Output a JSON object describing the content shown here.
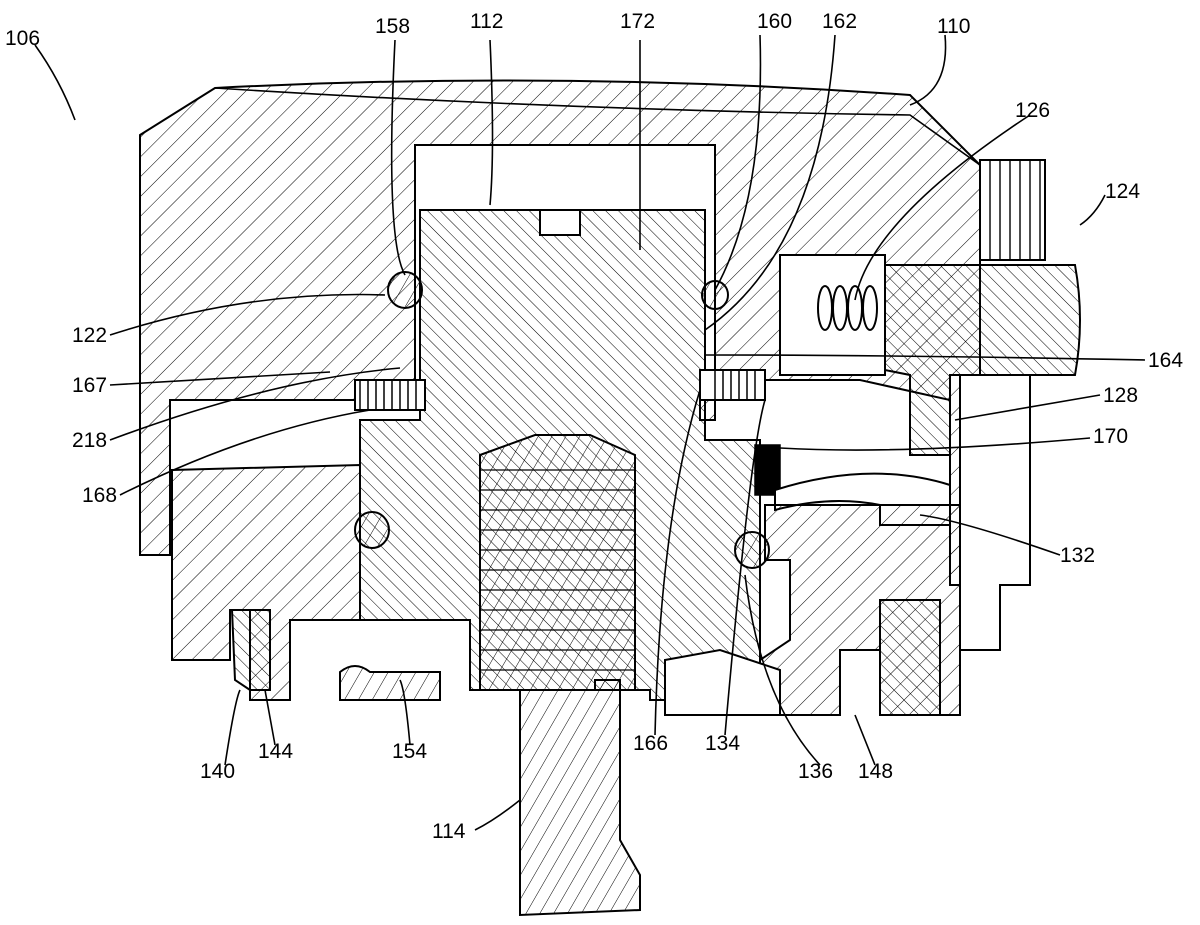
{
  "figure": {
    "labels": {
      "l106": "106",
      "l158": "158",
      "l112": "112",
      "l172": "172",
      "l160": "160",
      "l162": "162",
      "l110": "110",
      "l126": "126",
      "l124": "124",
      "l122": "122",
      "l167": "167",
      "l164": "164",
      "l128": "128",
      "l218": "218",
      "l170": "170",
      "l168": "168",
      "l132": "132",
      "l140": "140",
      "l144": "144",
      "l154": "154",
      "l166": "166",
      "l134": "134",
      "l136": "136",
      "l148": "148",
      "l114": "114"
    },
    "colors": {
      "ink": "#000000",
      "paper": "#ffffff"
    }
  }
}
